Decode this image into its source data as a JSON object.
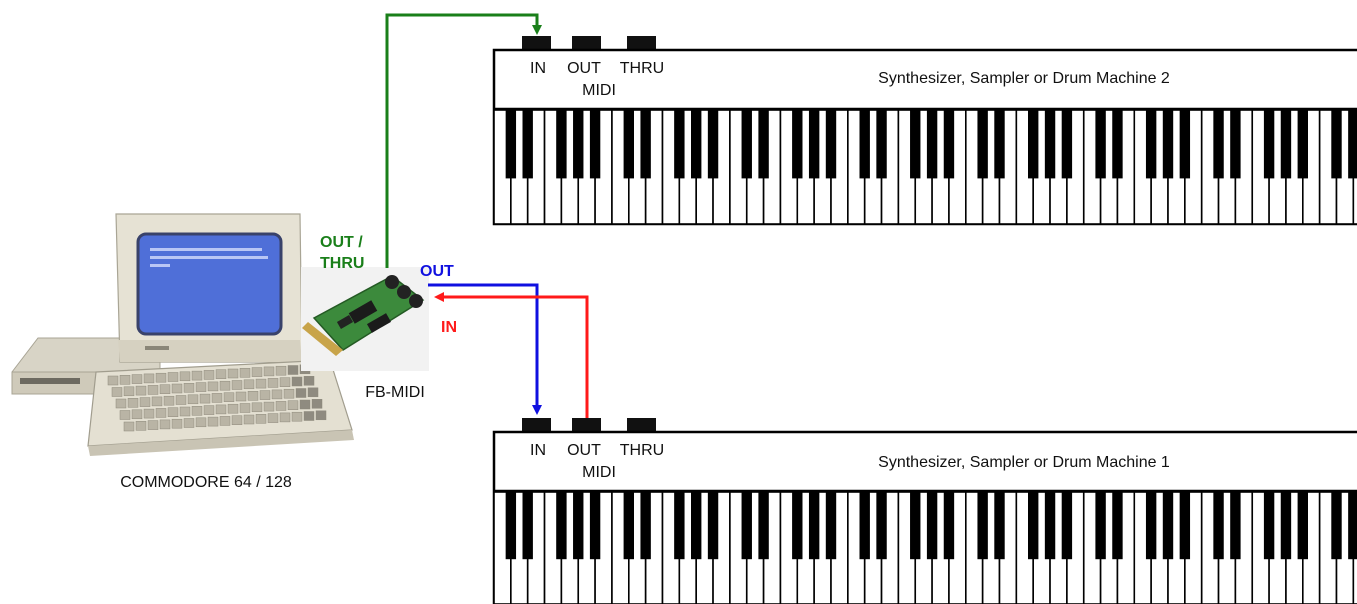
{
  "colors": {
    "midi_thru_link": "#1a7f1a",
    "midi_out_link": "#1010e0",
    "midi_in_link": "#ff1a1a",
    "keyboard_outline": "#000000",
    "screen": "#4f6fd8",
    "computer_case": "#ddd9cc"
  },
  "computer": {
    "caption": "COMMODORE 64 / 128"
  },
  "interface": {
    "caption": "FB-MIDI",
    "out_thru_label_1": "OUT /",
    "out_thru_label_2": "THRU",
    "out_label": "OUT",
    "in_label": "IN"
  },
  "synth2": {
    "title": "Synthesizer, Sampler or Drum Machine 2",
    "port_in": "IN",
    "port_out": "OUT",
    "port_thru": "THRU",
    "midi_label": "MIDI"
  },
  "synth1": {
    "title": "Synthesizer, Sampler or Drum Machine 1",
    "port_in": "IN",
    "port_out": "OUT",
    "port_thru": "THRU",
    "midi_label": "MIDI"
  },
  "icons": {
    "computer": "retro-computer-icon",
    "interface_board": "circuit-board-icon",
    "keyboard": "piano-keyboard-icon"
  }
}
